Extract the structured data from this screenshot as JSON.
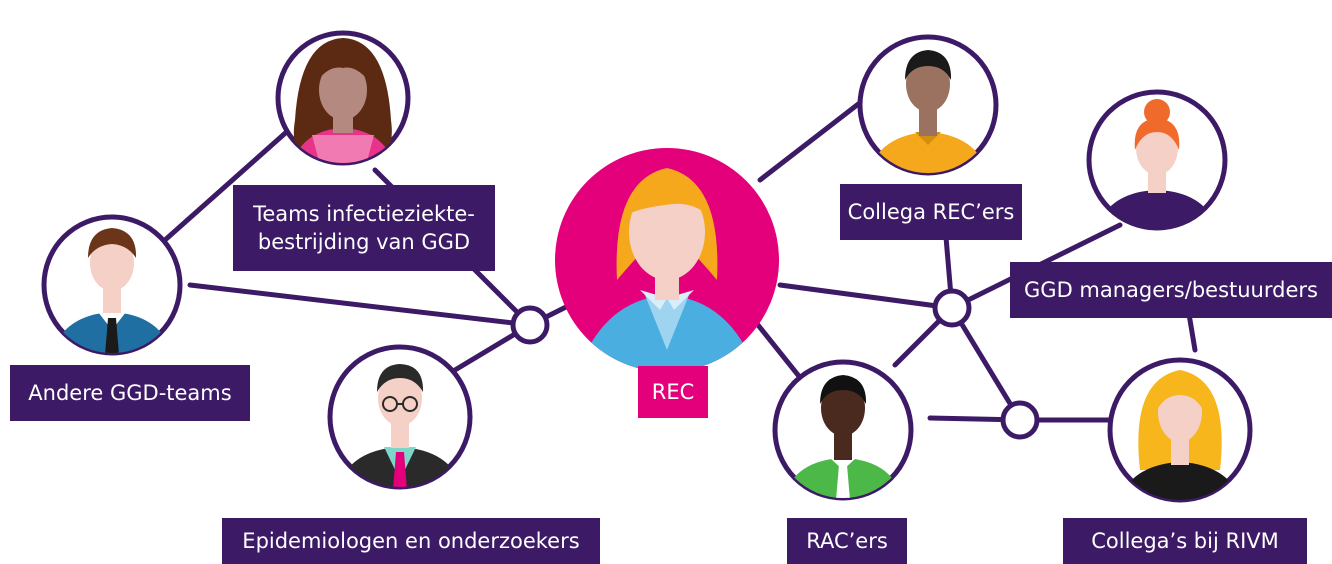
{
  "colors": {
    "line": "#3d1a66",
    "label_bg": "#3d1a66",
    "label_text": "#ffffff",
    "accent": "#e4007a",
    "skin": "#f5d0c7",
    "white": "#ffffff"
  },
  "nodes": [
    {
      "id": "rec",
      "label": "REC",
      "icon": "woman-blonde-blue-shirt-icon"
    },
    {
      "id": "teams",
      "label": "Teams infectieziekte-\nbestrijding van GGD",
      "icon": "woman-curly-hair-pink-top-icon"
    },
    {
      "id": "andere",
      "label": "Andere GGD-teams",
      "icon": "man-shirt-tie-icon"
    },
    {
      "id": "epi",
      "label": "Epidemiologen en onderzoekers",
      "icon": "man-glasses-suit-icon"
    },
    {
      "id": "collega",
      "label": "Collega REC’ers",
      "icon": "man-yellow-shirt-icon"
    },
    {
      "id": "managers",
      "label": "GGD managers/bestuurders",
      "icon": "woman-bun-purple-top-icon"
    },
    {
      "id": "rac",
      "label": "RAC’ers",
      "icon": "man-green-shirt-tie-icon"
    },
    {
      "id": "rivm",
      "label": "Collega’s bij RIVM",
      "icon": "woman-long-yellow-hair-icon"
    }
  ]
}
